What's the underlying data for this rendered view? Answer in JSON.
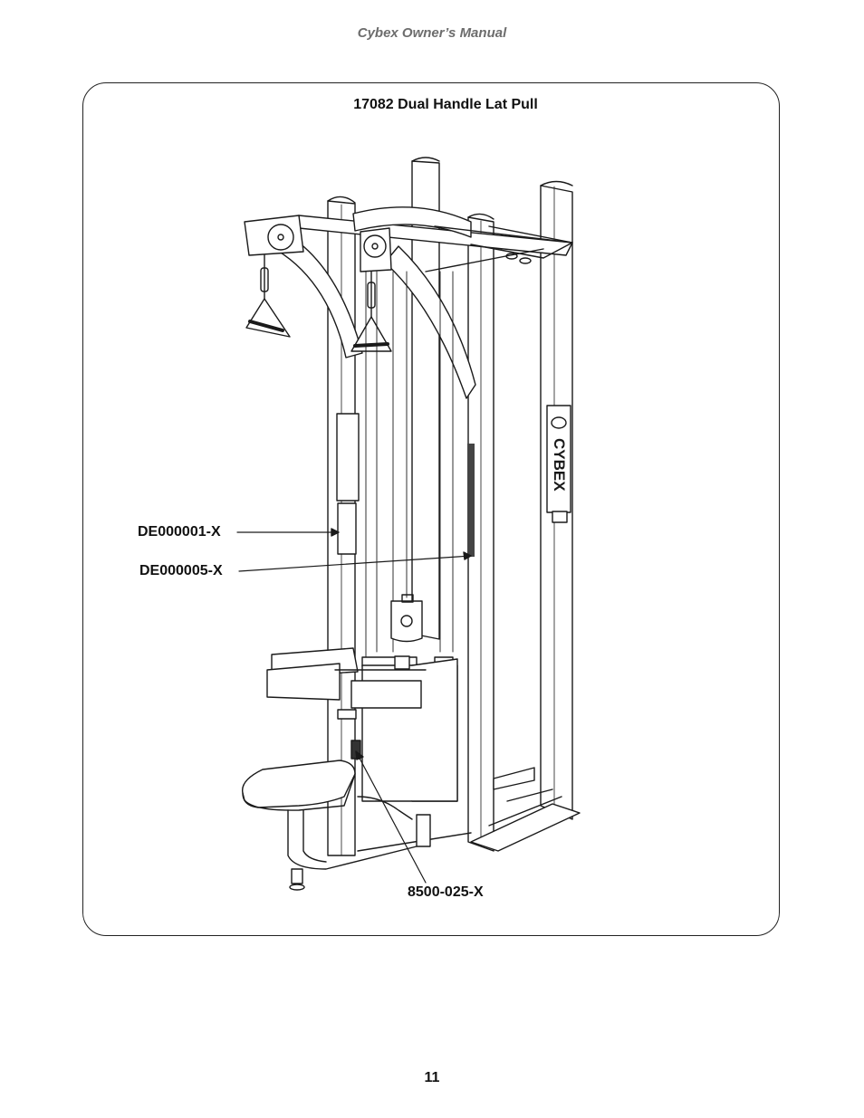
{
  "header": {
    "text": "Cybex Owner’s Manual"
  },
  "figure": {
    "title": "17082 Dual Handle Lat Pull",
    "callouts": [
      "DE000001-X",
      "DE000005-X",
      "8500-025-X"
    ],
    "brand": "CYBEX"
  },
  "footer": {
    "page_number": "11"
  }
}
